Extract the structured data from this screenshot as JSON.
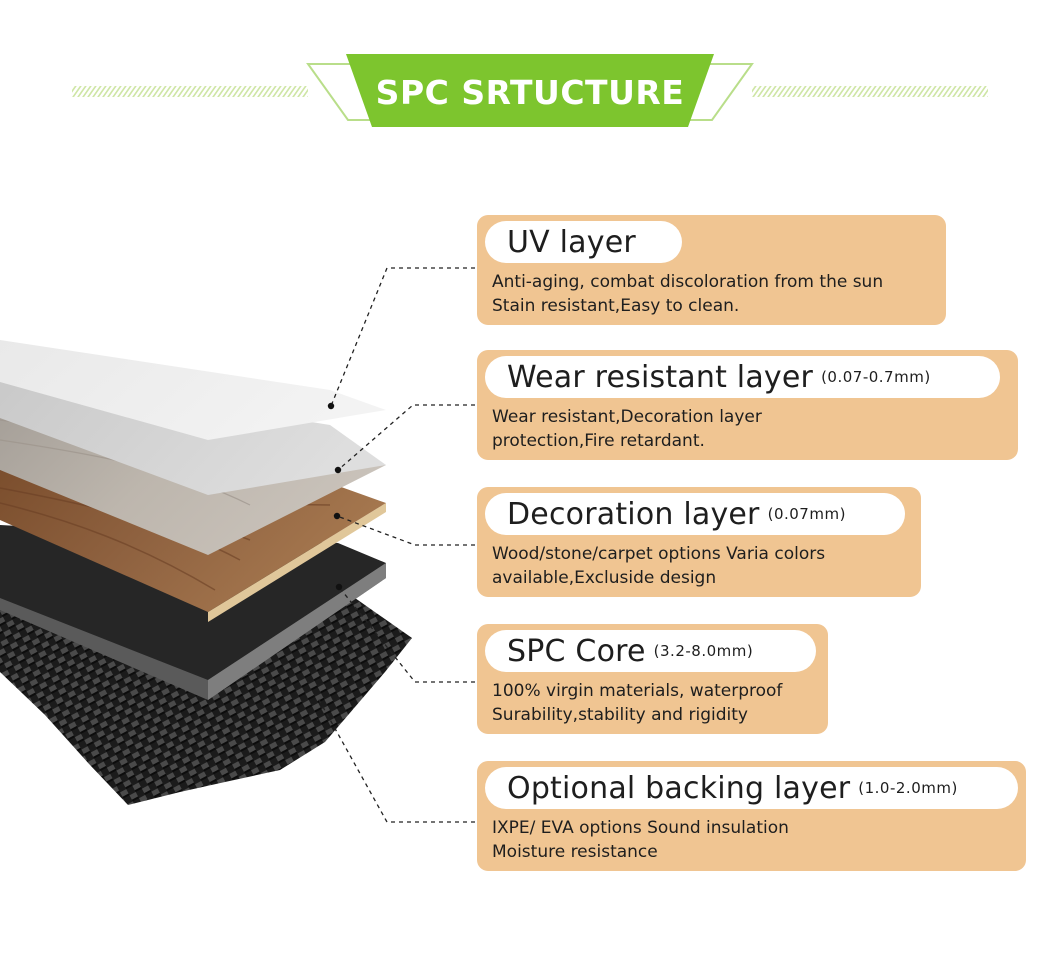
{
  "header": {
    "title": "SPC SRTUCTURE"
  },
  "colors": {
    "accent_green": "#7dc52e",
    "card_background": "#f0c592",
    "pill_background": "#ffffff",
    "text": "#1e1e1e"
  },
  "layers": [
    {
      "name": "UV layer",
      "spec": "",
      "lines": [
        "Anti-aging, combat discoloration from the sun",
        "Stain resistant,Easy to clean."
      ]
    },
    {
      "name": "Wear resistant layer",
      "spec": "(0.07-0.7mm)",
      "lines": [
        "Wear resistant,Decoration layer",
        "protection,Fire retardant."
      ]
    },
    {
      "name": "Decoration layer",
      "spec": "(0.07mm)",
      "lines": [
        "Wood/stone/carpet options  Varia colors",
        "available,Excluside design"
      ]
    },
    {
      "name": "SPC Core",
      "spec": "(3.2-8.0mm)",
      "lines": [
        "100% virgin materials, waterproof",
        "Surability,stability and rigidity"
      ]
    },
    {
      "name": "Optional backing layer",
      "spec": "(1.0-2.0mm)",
      "lines": [
        "IXPE/ EVA options Sound insulation",
        "Moisture resistance"
      ]
    }
  ]
}
